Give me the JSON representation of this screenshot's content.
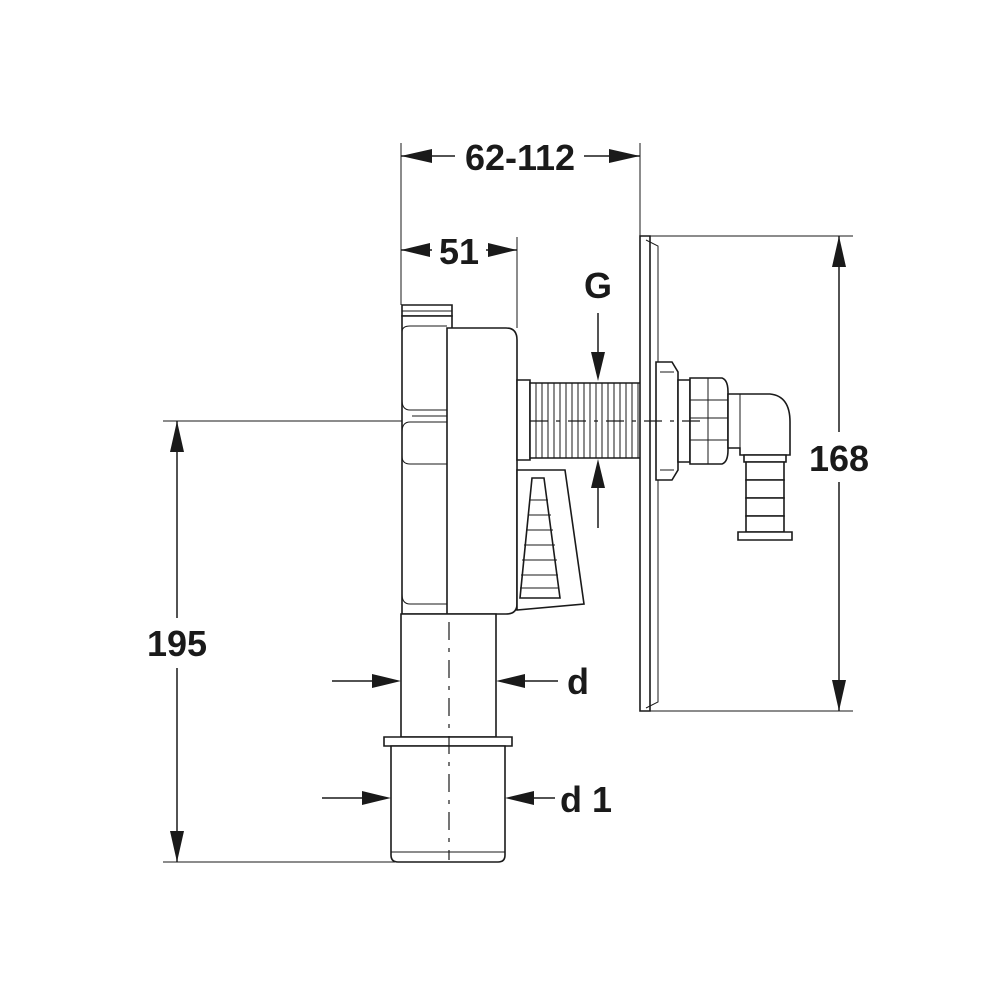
{
  "dimensions": {
    "overall_depth": "62-112",
    "body_depth": "51",
    "thread": "G",
    "total_height": "195",
    "plate_height": "168",
    "pipe_diameter": "d",
    "outlet_diameter": "d 1"
  }
}
